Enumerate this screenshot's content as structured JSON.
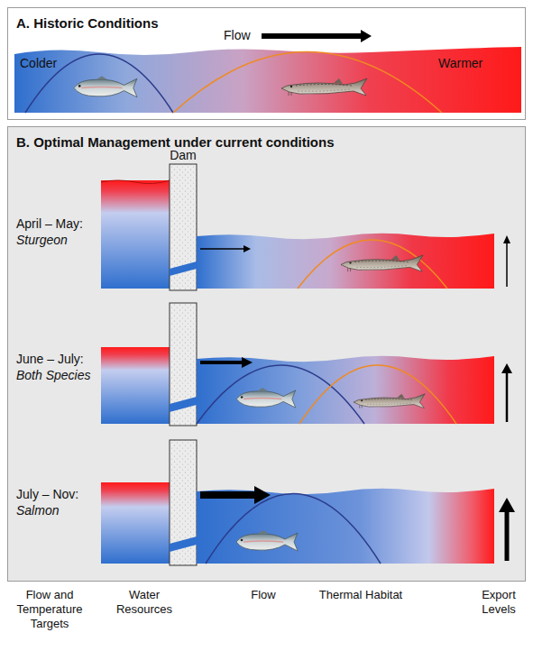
{
  "diagram": {
    "nodes": [
      {
        "text": [
          "A. Historic Conditions"
        ]
      },
      {
        "text": [
          "B. Optimal Management under current conditions"
        ]
      }
    ],
    "labels": [
      "Flow",
      "Colder",
      "Warmer",
      "Dam",
      "April – May:",
      "Sturgeon",
      "June – July:",
      "Both Species",
      "July – Nov:",
      "Salmon",
      "Flow and Temperature Targets",
      "Water Resources",
      "Flow",
      "Thermal Habitat",
      "Export Levels"
    ]
  }
}
